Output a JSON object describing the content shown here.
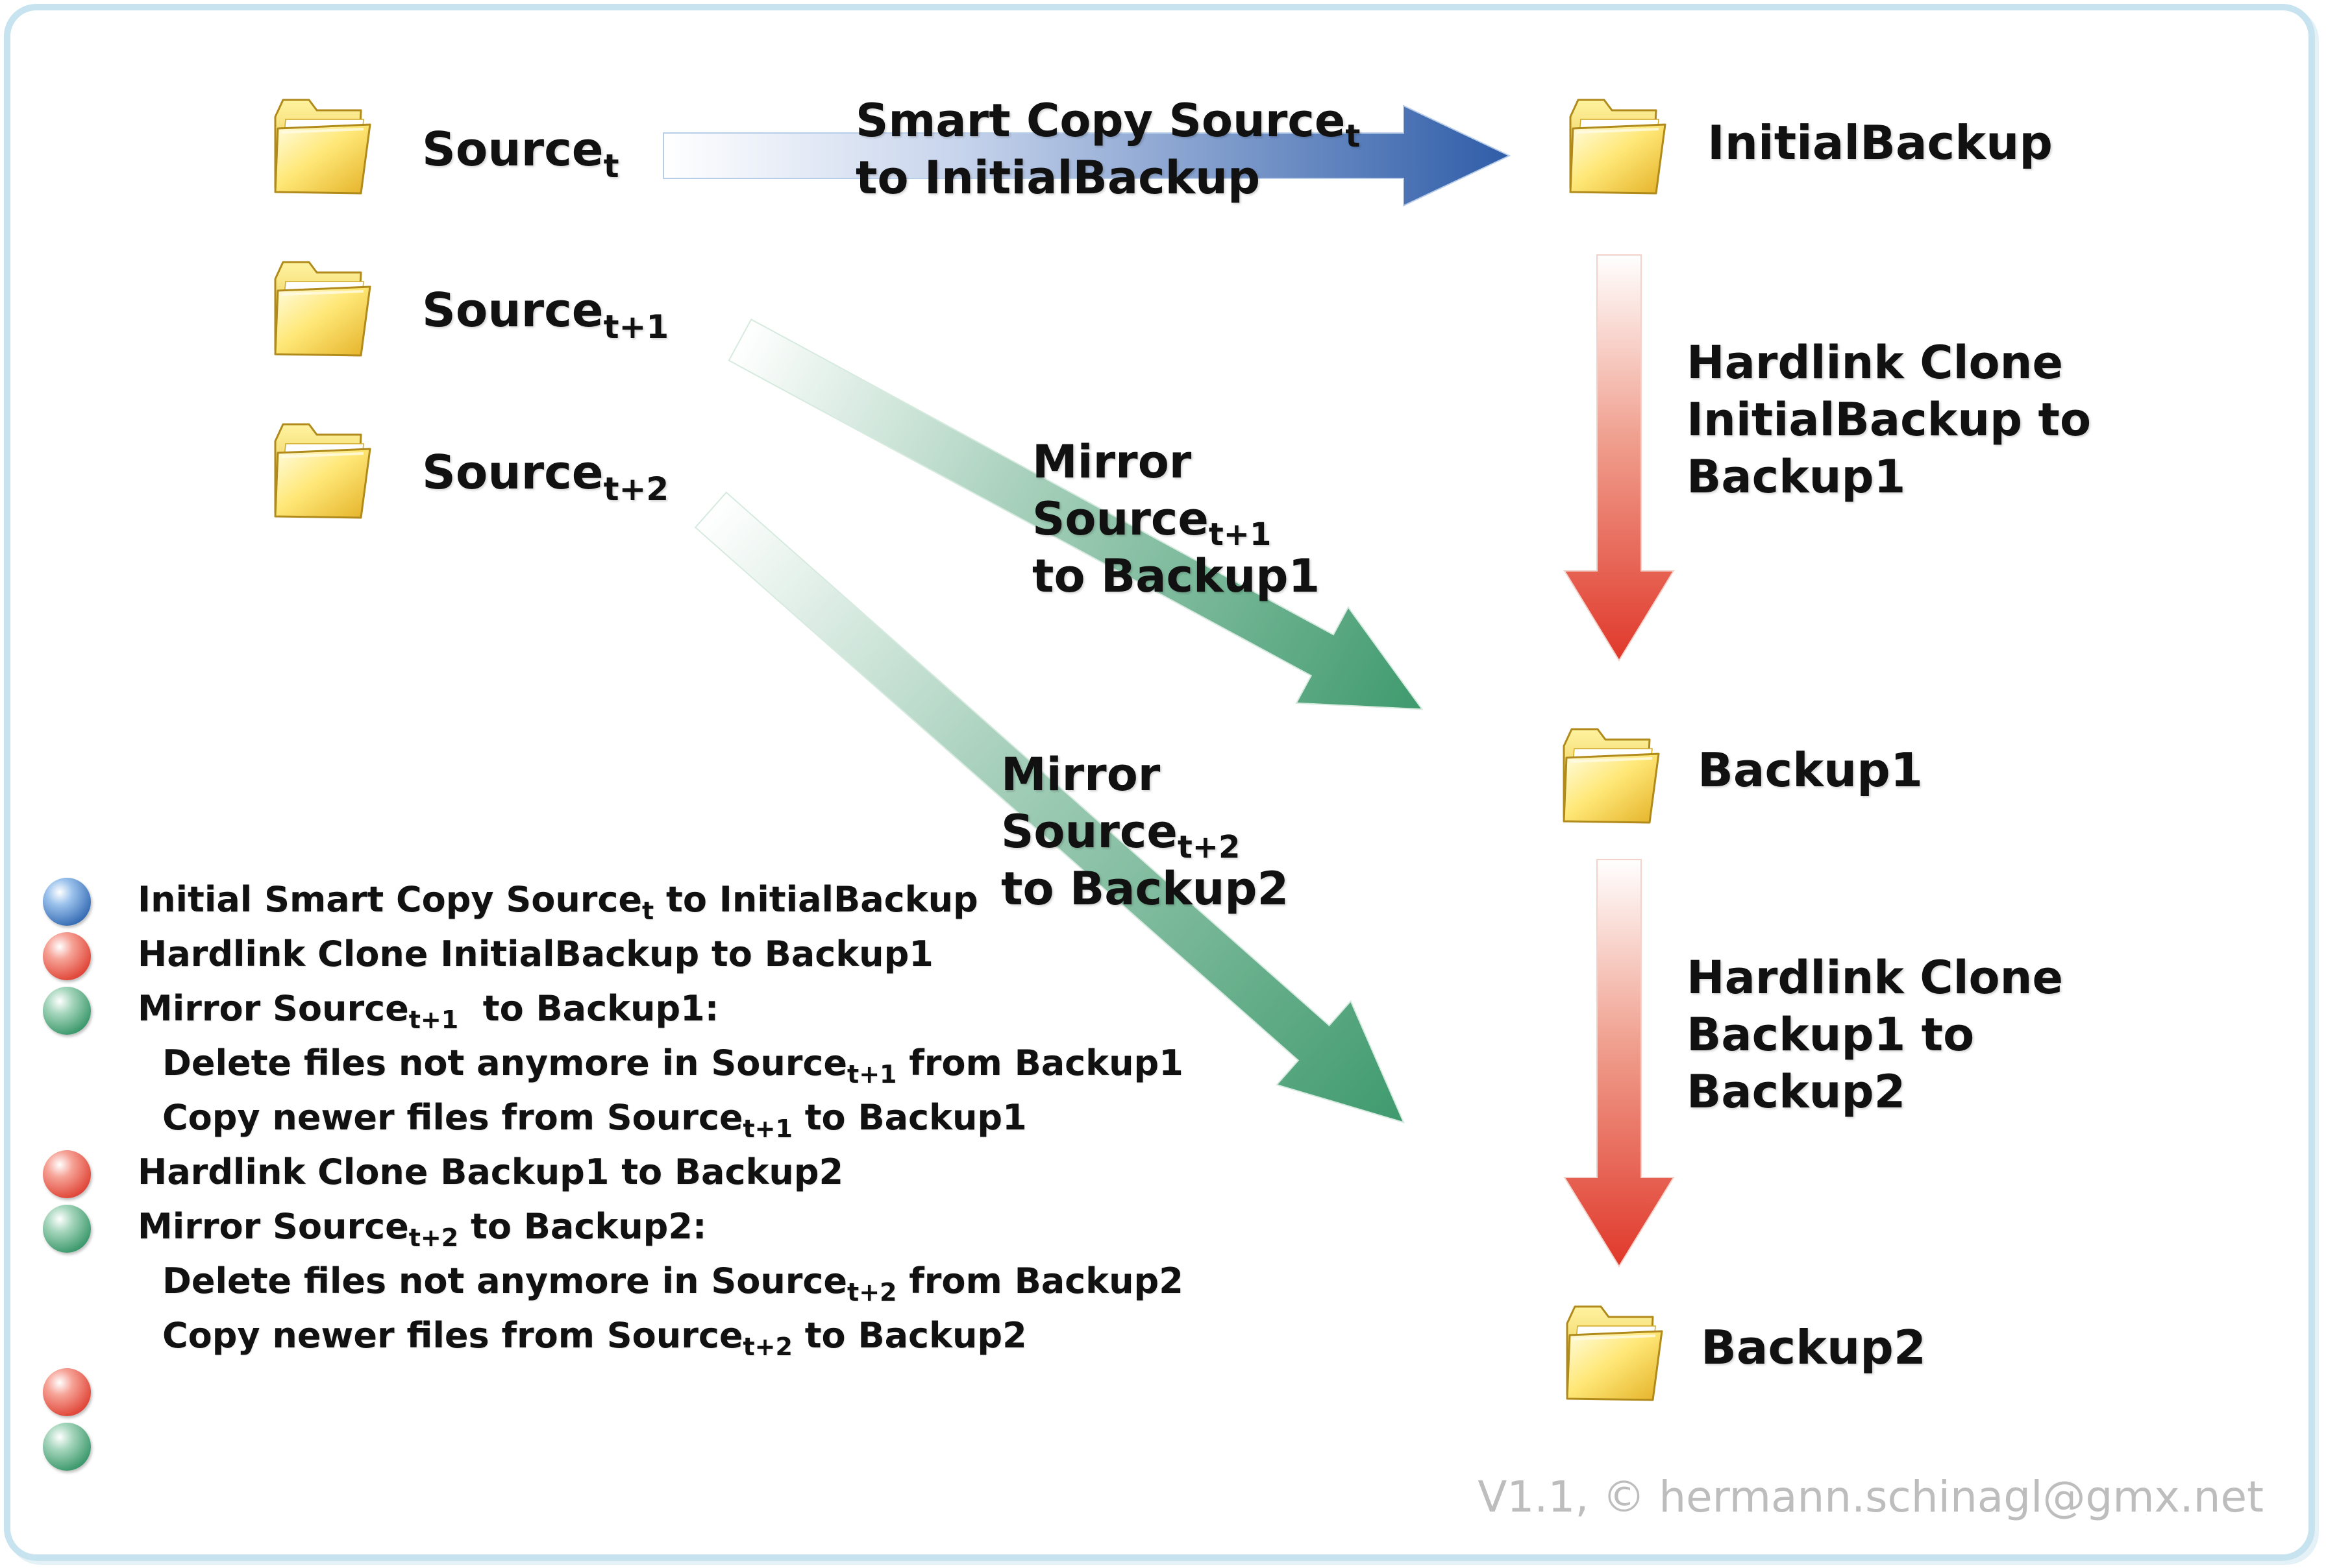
{
  "colors": {
    "initial_copy": "#2f5da8",
    "hardlink_clone": "#e0483a",
    "mirror": "#3f9a6e",
    "frame": "#c7e3f0",
    "credit": "#bdbdbd"
  },
  "icons": {
    "folder": "folder-icon",
    "legend_dot": "sphere-bullet"
  },
  "nodes": {
    "source_t": {
      "name": "Source",
      "sub": "t"
    },
    "source_t1": {
      "name": "Source",
      "sub": "t+1"
    },
    "source_t2": {
      "name": "Source",
      "sub": "t+2"
    },
    "initial_backup": {
      "name": "InitialBackup"
    },
    "backup1": {
      "name": "Backup1"
    },
    "backup2": {
      "name": "Backup2"
    }
  },
  "arrows": {
    "smart_copy": {
      "line1_main": "Smart Copy Source",
      "line1_sub": "t",
      "line2": "to InitialBackup"
    },
    "hardlink1": {
      "line1": "Hardlink Clone",
      "line2": "InitialBackup to",
      "line3": "Backup1"
    },
    "mirror1": {
      "line1": "Mirror",
      "line2_main": "Source",
      "line2_sub": "t+1",
      "line3": "to Backup1"
    },
    "mirror2": {
      "line1": "Mirror",
      "line2_main": "Source",
      "line2_sub": "t+2",
      "line3": "to Backup2"
    },
    "hardlink2": {
      "line1": "Hardlink Clone",
      "line2": "Backup1  to",
      "line3": "Backup2"
    }
  },
  "legend": [
    {
      "kind": "bullet",
      "color": "blue",
      "pre": "Initial Smart Copy Source",
      "sub": "t",
      "post": " to InitialBackup"
    },
    {
      "kind": "bullet",
      "color": "red",
      "pre": "Hardlink Clone InitialBackup to Backup1",
      "sub": "",
      "post": ""
    },
    {
      "kind": "bullet",
      "color": "green",
      "pre": "Mirror Source",
      "sub": "t+1",
      "post": "  to Backup1:"
    },
    {
      "kind": "indent",
      "color": "",
      "pre": "Delete files not anymore in Source",
      "sub": "t+1",
      "post": " from Backup1"
    },
    {
      "kind": "indent",
      "color": "",
      "pre": "Copy newer files from Source",
      "sub": "t+1",
      "post": " to Backup1"
    },
    {
      "kind": "bullet",
      "color": "red",
      "pre": "Hardlink Clone Backup1  to Backup2",
      "sub": "",
      "post": ""
    },
    {
      "kind": "bullet",
      "color": "green",
      "pre": "Mirror Source",
      "sub": "t+2",
      "post": " to Backup2:"
    },
    {
      "kind": "indent",
      "color": "",
      "pre": "Delete files not anymore in Source",
      "sub": "t+2",
      "post": " from Backup2"
    },
    {
      "kind": "indent",
      "color": "",
      "pre": "Copy newer files from Source",
      "sub": "t+2",
      "post": " to Backup2"
    },
    {
      "kind": "bullet",
      "color": "red",
      "pre": "",
      "sub": "",
      "post": ""
    },
    {
      "kind": "bullet",
      "color": "green",
      "pre": "",
      "sub": "",
      "post": ""
    }
  ],
  "credit": "V1.1, © hermann.schinagl@gmx.net"
}
